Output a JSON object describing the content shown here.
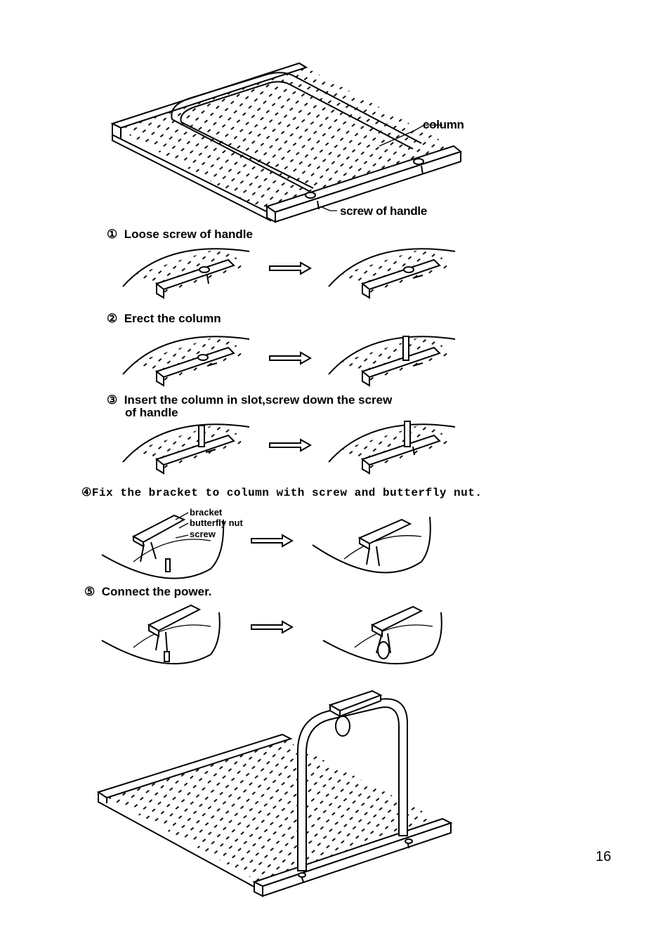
{
  "labels": {
    "column": "column",
    "screw_of_handle": "screw of handle",
    "bracket": "bracket",
    "butterfly_nut": "butterfly nut",
    "screw": "screw"
  },
  "steps": [
    {
      "num": "①",
      "text": "Loose screw of handle"
    },
    {
      "num": "②",
      "text": "Erect the column"
    },
    {
      "num": "③",
      "text": "Insert the column in slot,screw down the screw"
    },
    {
      "num": "④",
      "text": "Fix the bracket to column with screw and butterfly nut."
    },
    {
      "num": "⑤",
      "text": "Connect the power."
    }
  ],
  "step3_line2": "of handle",
  "page_number": "16"
}
